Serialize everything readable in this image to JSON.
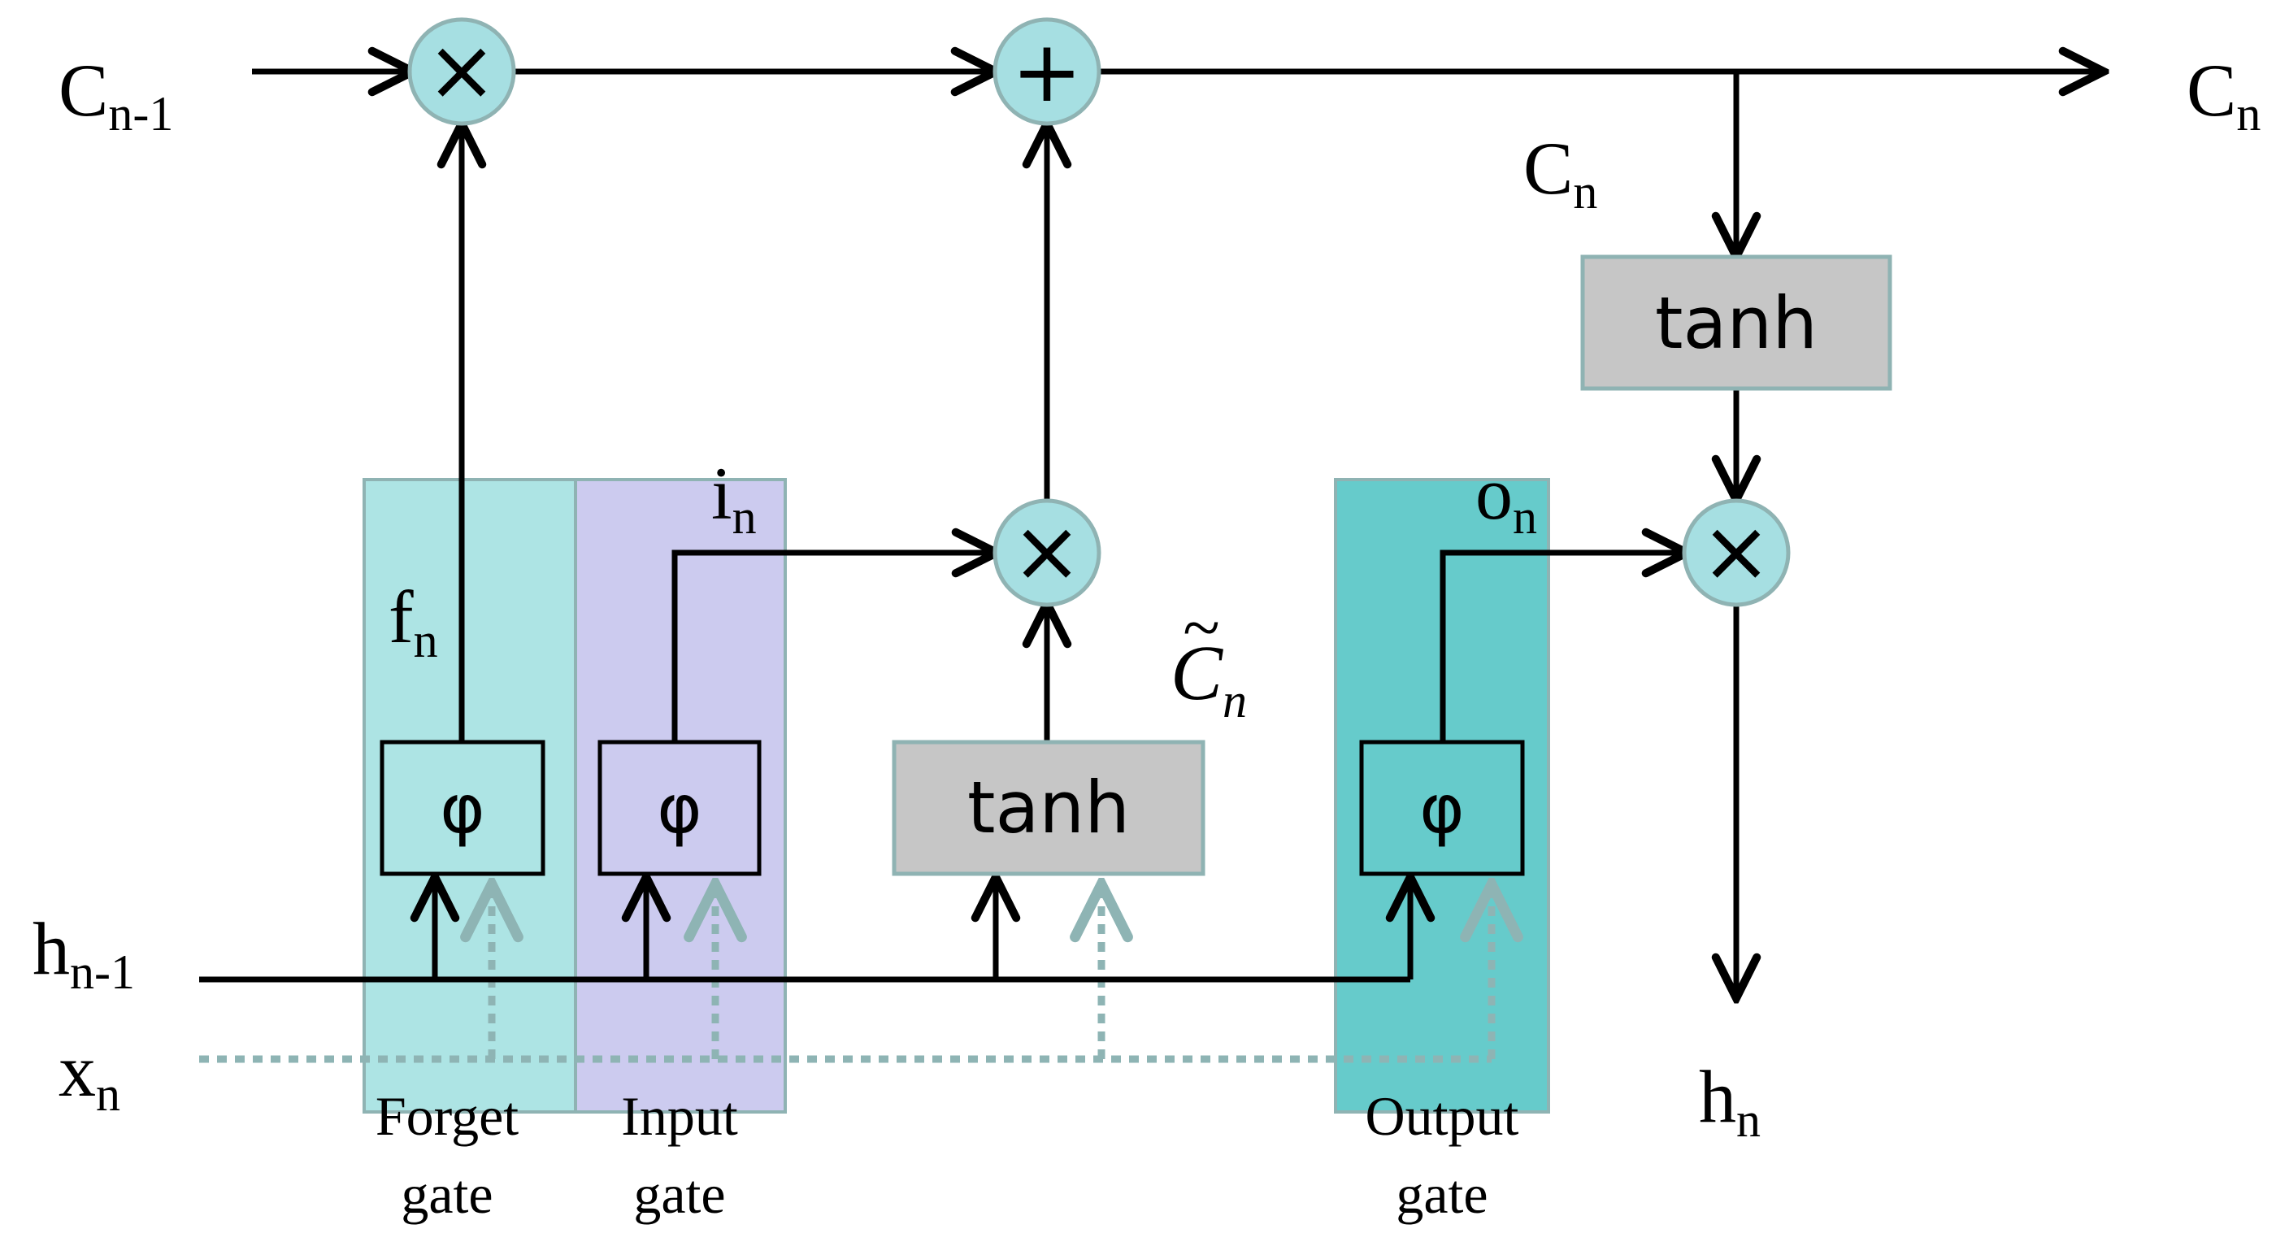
{
  "variables": {
    "c_prev": {
      "base": "C",
      "sub": "n-1"
    },
    "c_out": {
      "base": "C",
      "sub": "n"
    },
    "c_mid": {
      "base": "C",
      "sub": "n"
    },
    "h_prev": {
      "base": "h",
      "sub": "n-1"
    },
    "x_in": {
      "base": "x",
      "sub": "n"
    },
    "h_out": {
      "base": "h",
      "sub": "n"
    },
    "f_gate": {
      "base": "f",
      "sub": "n"
    },
    "i_gate": {
      "base": "i",
      "sub": "n"
    },
    "o_gate": {
      "base": "o",
      "sub": "n"
    },
    "c_tilde": {
      "base": "C",
      "sub": "n",
      "accent": "~"
    }
  },
  "gates": {
    "forget": {
      "line1": "Forget",
      "line2": "gate"
    },
    "input": {
      "line1": "Input",
      "line2": "gate"
    },
    "output": {
      "line1": "Output",
      "line2": "gate"
    }
  },
  "ops": {
    "multiply": "×",
    "add": "+"
  },
  "activations": {
    "sigmoid": "φ",
    "tanh": "tanh"
  },
  "colors": {
    "forget_fill": "#ade4e4",
    "input_fill": "#cccbef",
    "output_fill": "#66cbcb",
    "op_fill": "#a6dfe2",
    "tanh_fill": "#c6c6c6",
    "panel_stroke": "#8fb3b3",
    "dotted_line": "#8eb4b4",
    "line": "#000000"
  }
}
